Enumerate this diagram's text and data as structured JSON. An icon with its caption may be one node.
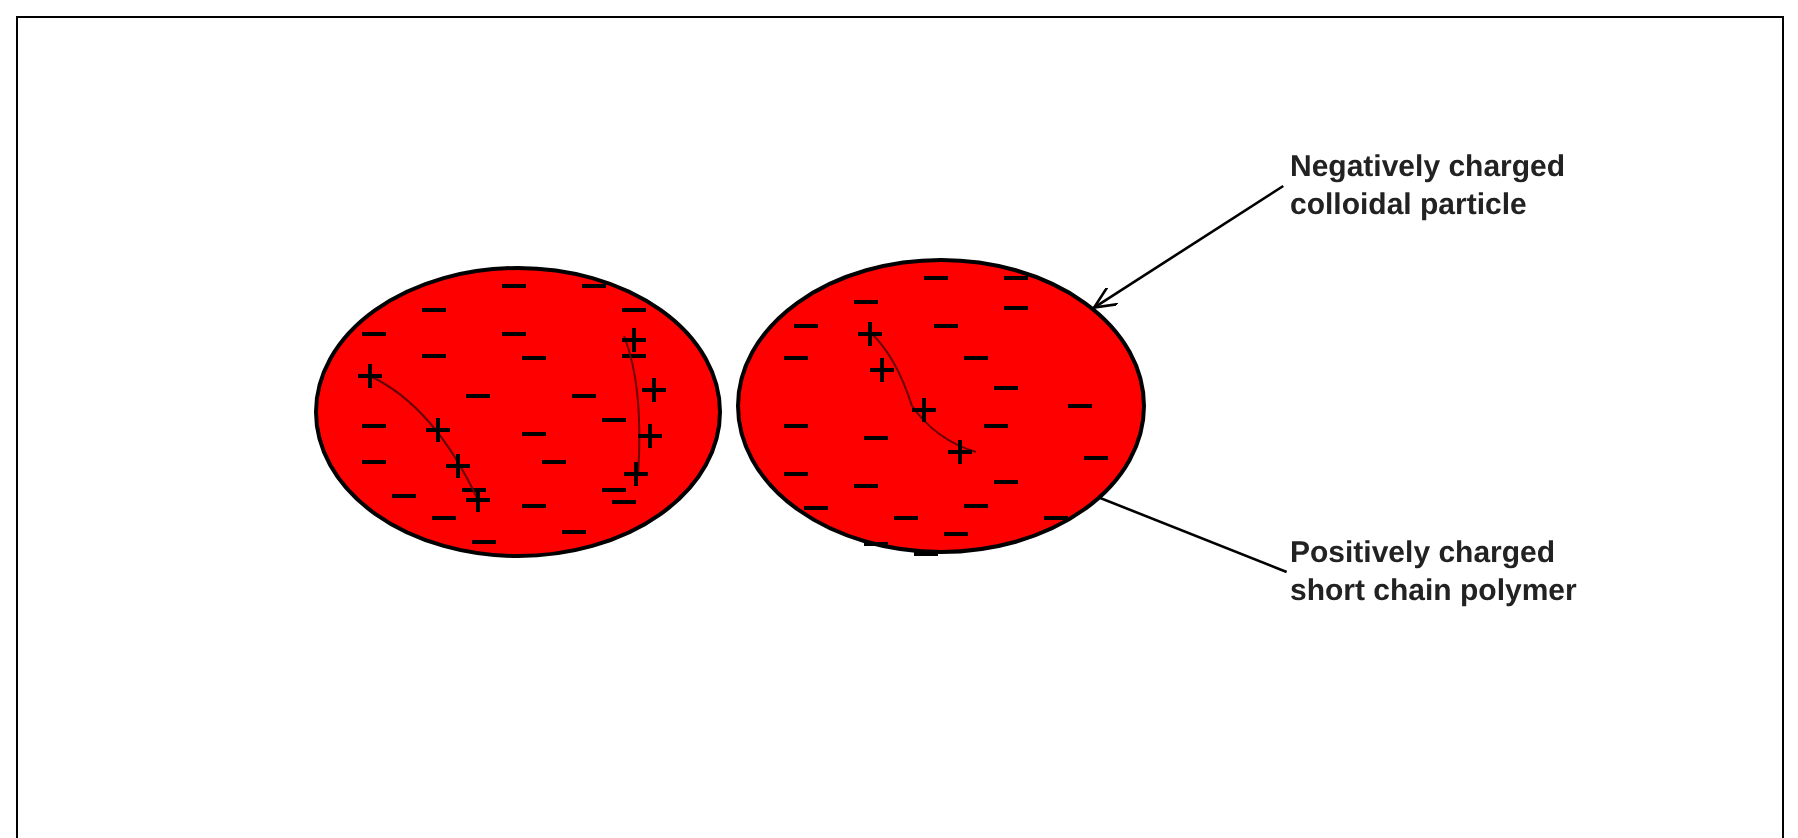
{
  "diagram": {
    "nodes": [
      {
        "text": [],
        "shape": "circle"
      },
      {
        "text": [],
        "shape": "circle"
      },
      {
        "text": [
          "Negatively charged colloidal particle"
        ]
      },
      {
        "text": [],
        "shape": "picture",
        "in": 1
      },
      {
        "text": [
          "Positively charged short chain polymer"
        ]
      }
    ],
    "edges": [
      {
        "from": 2,
        "to": 1,
        "arrow": "to"
      },
      {
        "from": 4,
        "to": 3,
        "arrow": "to"
      }
    ]
  }
}
